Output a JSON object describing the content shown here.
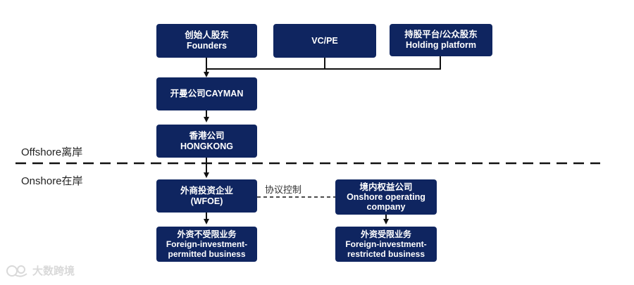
{
  "nodes": {
    "founders": {
      "zh": "创始人股东",
      "en": "Founders"
    },
    "vcpe": {
      "zh": "VC/PE"
    },
    "holding": {
      "zh": "持股平台/公众股东",
      "en": "Holding platform"
    },
    "cayman": {
      "zh": "开曼公司CAYMAN"
    },
    "hongkong": {
      "zh": "香港公司",
      "en": "HONGKONG"
    },
    "wfoe": {
      "zh": "外商投资企业",
      "en": "(WFOE)"
    },
    "onshore_co": {
      "zh": "境内权益公司",
      "en": "Onshore operating",
      "en2": "company"
    },
    "permitted": {
      "zh": "外资不受限业务",
      "en": "Foreign-investment-",
      "en2": "permitted business"
    },
    "restricted": {
      "zh": "外资受限业务",
      "en": "Foreign-investment-",
      "en2": "restricted business"
    }
  },
  "regions": {
    "offshore": "Offshore离岸",
    "onshore": "Onshore在岸"
  },
  "edge_labels": {
    "agreement_control": "协议控制"
  },
  "watermark": {
    "text": "大数跨境"
  },
  "colors": {
    "box_fill": "#0f2560",
    "line": "#111111"
  }
}
